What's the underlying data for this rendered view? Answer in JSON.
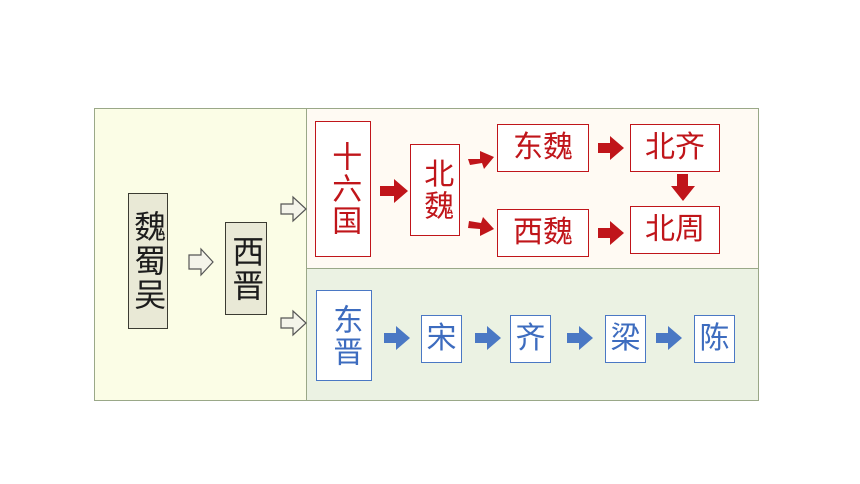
{
  "origin": {
    "box1": "魏蜀吴",
    "box2": "西晋"
  },
  "north": {
    "sixteen": "十六国",
    "beiwei": "北魏",
    "dongwei": "东魏",
    "xiwei": "西魏",
    "beiqi": "北齐",
    "beizhou": "北周"
  },
  "south": {
    "dongjin": "东晋",
    "song": "宋",
    "qi": "齐",
    "liang": "梁",
    "chen": "陈"
  },
  "colors": {
    "north": "#c0151a",
    "south": "#3d6cbf",
    "neutral": "#3b3b32"
  }
}
